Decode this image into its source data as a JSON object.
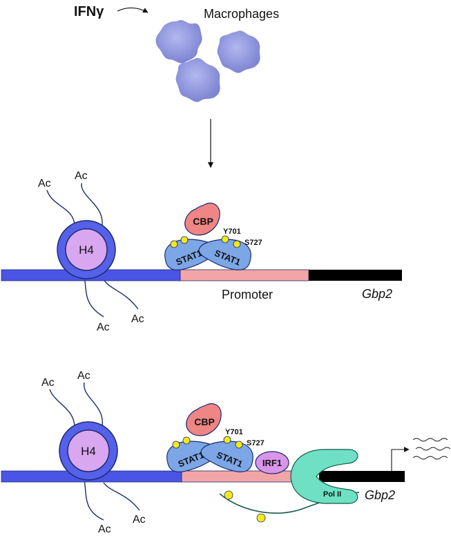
{
  "stimulus": {
    "label": "IFNγ"
  },
  "cells": {
    "label": "Macrophages"
  },
  "panels": [
    {
      "histone": "H4",
      "acetyl": [
        "Ac",
        "Ac",
        "Ac",
        "Ac"
      ],
      "cbp": "CBP",
      "stat1": [
        "STAT1",
        "STAT1"
      ],
      "site_y": "Y701",
      "site_s": "S727",
      "promoter": "Promoter",
      "gene": "Gbp2"
    },
    {
      "histone": "H4",
      "acetyl": [
        "Ac",
        "Ac",
        "Ac",
        "Ac"
      ],
      "cbp": "CBP",
      "stat1": [
        "STAT1",
        "STAT1"
      ],
      "site_y": "Y701",
      "site_s": "S727",
      "irf1": "IRF1",
      "polii": "Pol II",
      "gene": "Gbp2"
    }
  ],
  "colors": {
    "dna_blue": "#4a55e6",
    "promoter_pink": "#f2a5a7",
    "gene_black": "#000000",
    "histone_ring": "#5561e8",
    "histone_core": "#d9a6f0",
    "macrophage": "#8d94d9",
    "stat1": "#7ca6e6",
    "cbp": "#ef8585",
    "phospho": "#f2ea17",
    "irf1": "#d895ea",
    "polii": "#6fe0c3",
    "tail_navy": "#1c2a6e"
  }
}
